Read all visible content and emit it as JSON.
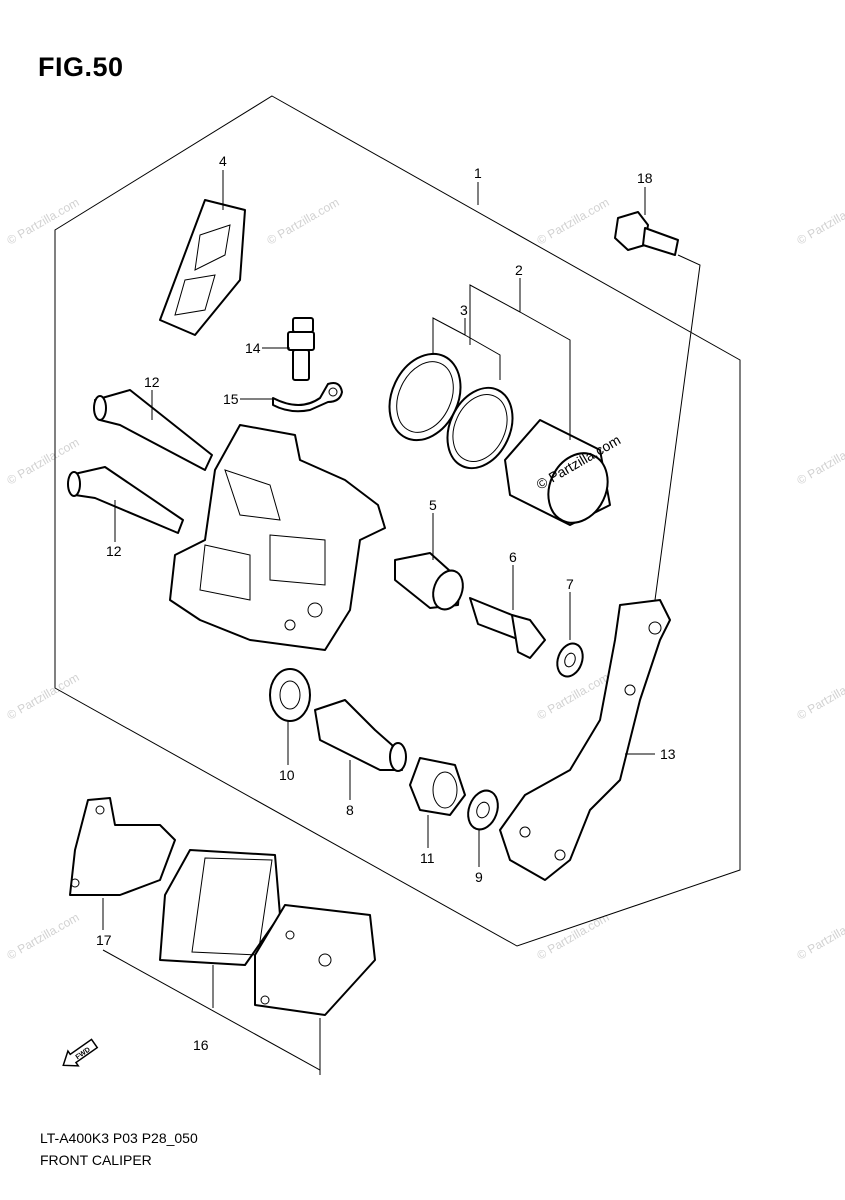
{
  "figure": {
    "title": "FIG.50",
    "code": "LT-A400K3 P03 P28_050",
    "name": "FRONT CALIPER"
  },
  "watermark": {
    "text": "© Partzilla.com",
    "center_text": "© Partzilla.com"
  },
  "direction_badge": "FWD",
  "callouts": [
    "1",
    "2",
    "3",
    "4",
    "5",
    "6",
    "7",
    "8",
    "9",
    "10",
    "11",
    "12",
    "12",
    "13",
    "14",
    "15",
    "16",
    "17",
    "18"
  ],
  "colors": {
    "line": "#000000",
    "watermark": "#d2d2d2",
    "background": "#ffffff"
  }
}
